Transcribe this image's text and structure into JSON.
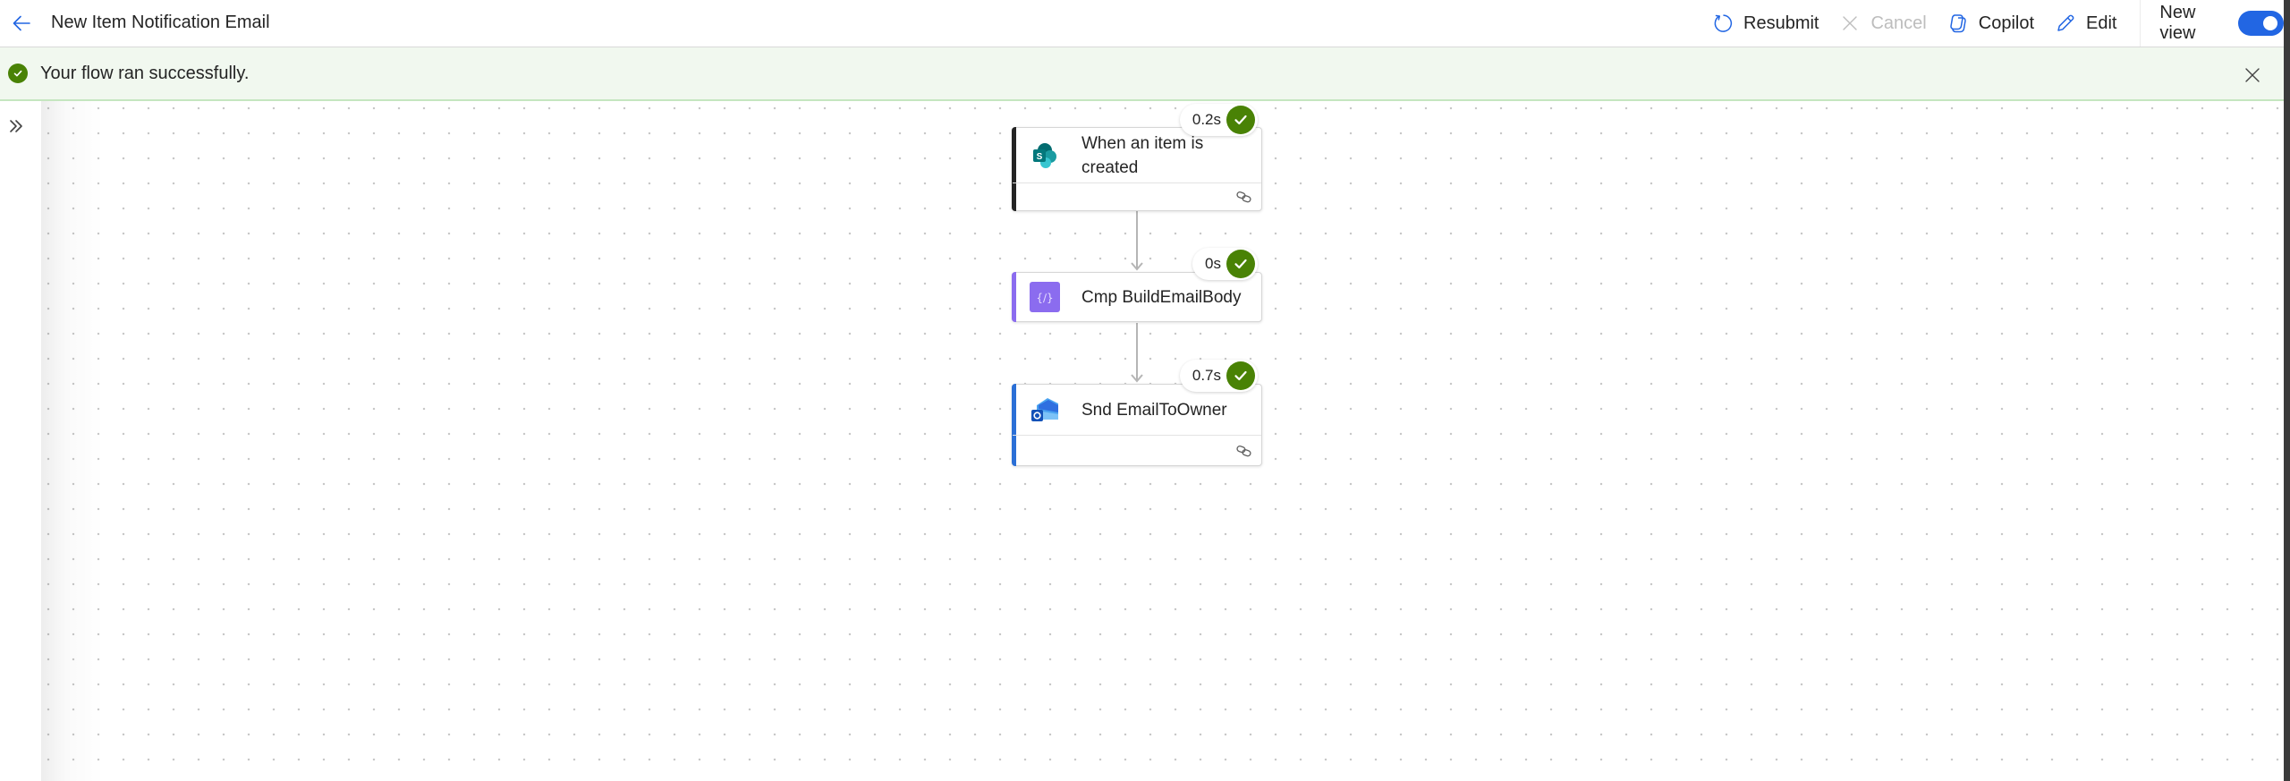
{
  "header": {
    "title": "New Item Notification Email",
    "back_icon": "arrow-left-icon",
    "toolbar": {
      "resubmit": "Resubmit",
      "cancel": "Cancel",
      "copilot": "Copilot",
      "edit": "Edit",
      "new_view": "New view",
      "new_view_on": true
    }
  },
  "banner": {
    "message": "Your flow ran successfully.",
    "status": "success"
  },
  "colors": {
    "accent": "#2266e3",
    "success": "#498205",
    "banner_bg": "#f1f8ef",
    "trigger_accent": "#242424",
    "compose_accent": "#8b6cef",
    "outlook_accent": "#2b6fd6"
  },
  "flow": {
    "steps": [
      {
        "label": "When an item is created",
        "icon": "sharepoint-icon",
        "duration": "0.2s",
        "status": "succeeded",
        "has_footer": true
      },
      {
        "label": "Cmp BuildEmailBody",
        "icon": "compose-icon",
        "duration": "0s",
        "status": "succeeded",
        "has_footer": false
      },
      {
        "label": "Snd EmailToOwner",
        "icon": "outlook-icon",
        "duration": "0.7s",
        "status": "succeeded",
        "has_footer": true
      }
    ]
  }
}
